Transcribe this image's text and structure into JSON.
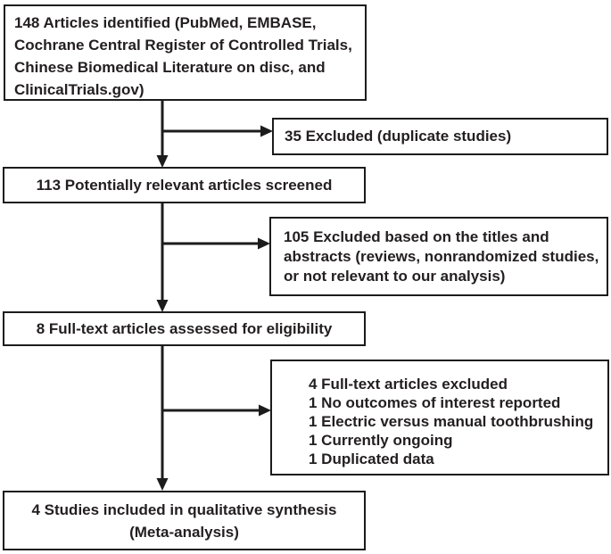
{
  "colors": {
    "text": "#231f20",
    "line": "#1c1c1c",
    "background": "#ffffff"
  },
  "flowchart": {
    "identified": {
      "lines": [
        "148 Articles identified (PubMed, EMBASE,",
        "Cochrane Central Register of Controlled Trials,",
        "Chinese Biomedical Literature on disc, and",
        "ClinicalTrials.gov)"
      ]
    },
    "excluded_duplicates": {
      "text": "35 Excluded (duplicate studies)"
    },
    "screened": {
      "text": "113 Potentially relevant articles screened"
    },
    "excluded_titles": {
      "lines": [
        "105 Excluded based on the titles and",
        "abstracts (reviews, nonrandomized studies,",
        "or not relevant to our analysis)"
      ]
    },
    "fulltext_assessed": {
      "text": "8 Full-text articles assessed for eligibility"
    },
    "fulltext_excluded": {
      "lines": [
        "4 Full-text articles excluded",
        "1 No outcomes of interest reported",
        "1 Electric versus manual toothbrushing",
        "1 Currently ongoing",
        "1 Duplicated data"
      ]
    },
    "included": {
      "lines": [
        "4 Studies included in qualitative synthesis",
        "(Meta-analysis)"
      ]
    }
  }
}
